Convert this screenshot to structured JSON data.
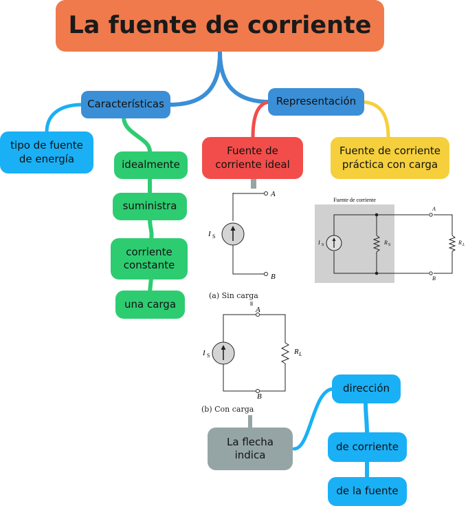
{
  "title": "La fuente de corriente",
  "characteristics": {
    "label": "Características",
    "source_type": "tipo de fuente\nde energía",
    "chain": [
      "idealmente",
      "suministra",
      "corriente\nconstante",
      "una carga"
    ]
  },
  "representation": {
    "label": "Representación",
    "ideal": "Fuente de\ncorriente ideal",
    "practical": "Fuente de corriente\npráctica con carga"
  },
  "arrow_meaning": {
    "label": "La flecha\nindica",
    "chain": [
      "dirección",
      "de corriente",
      "de la fuente"
    ]
  },
  "figure_a": {
    "node_a": "A",
    "node_b": "B",
    "source": "I",
    "source_sub": "S",
    "caption": "(a) Sin carga"
  },
  "figure_b": {
    "node_a": "A",
    "node_b": "B",
    "source": "I",
    "source_sub": "S",
    "load": "R",
    "load_sub": "L",
    "caption": "(b) Con carga"
  },
  "figure_c": {
    "header": "Fuente de corriente",
    "node_a": "A",
    "node_b": "B",
    "source": "I",
    "source_sub": "S",
    "internal": "R",
    "internal_sub": "S",
    "load": "R",
    "load_sub": "L"
  },
  "colors": {
    "title": "#f07a4c",
    "characteristics": "#3a8fd6",
    "light_blue": "#1ab0f5",
    "green": "#2ecc71",
    "red": "#f24d4a",
    "yellow": "#f5d03c",
    "gray": "#95a5a6"
  }
}
